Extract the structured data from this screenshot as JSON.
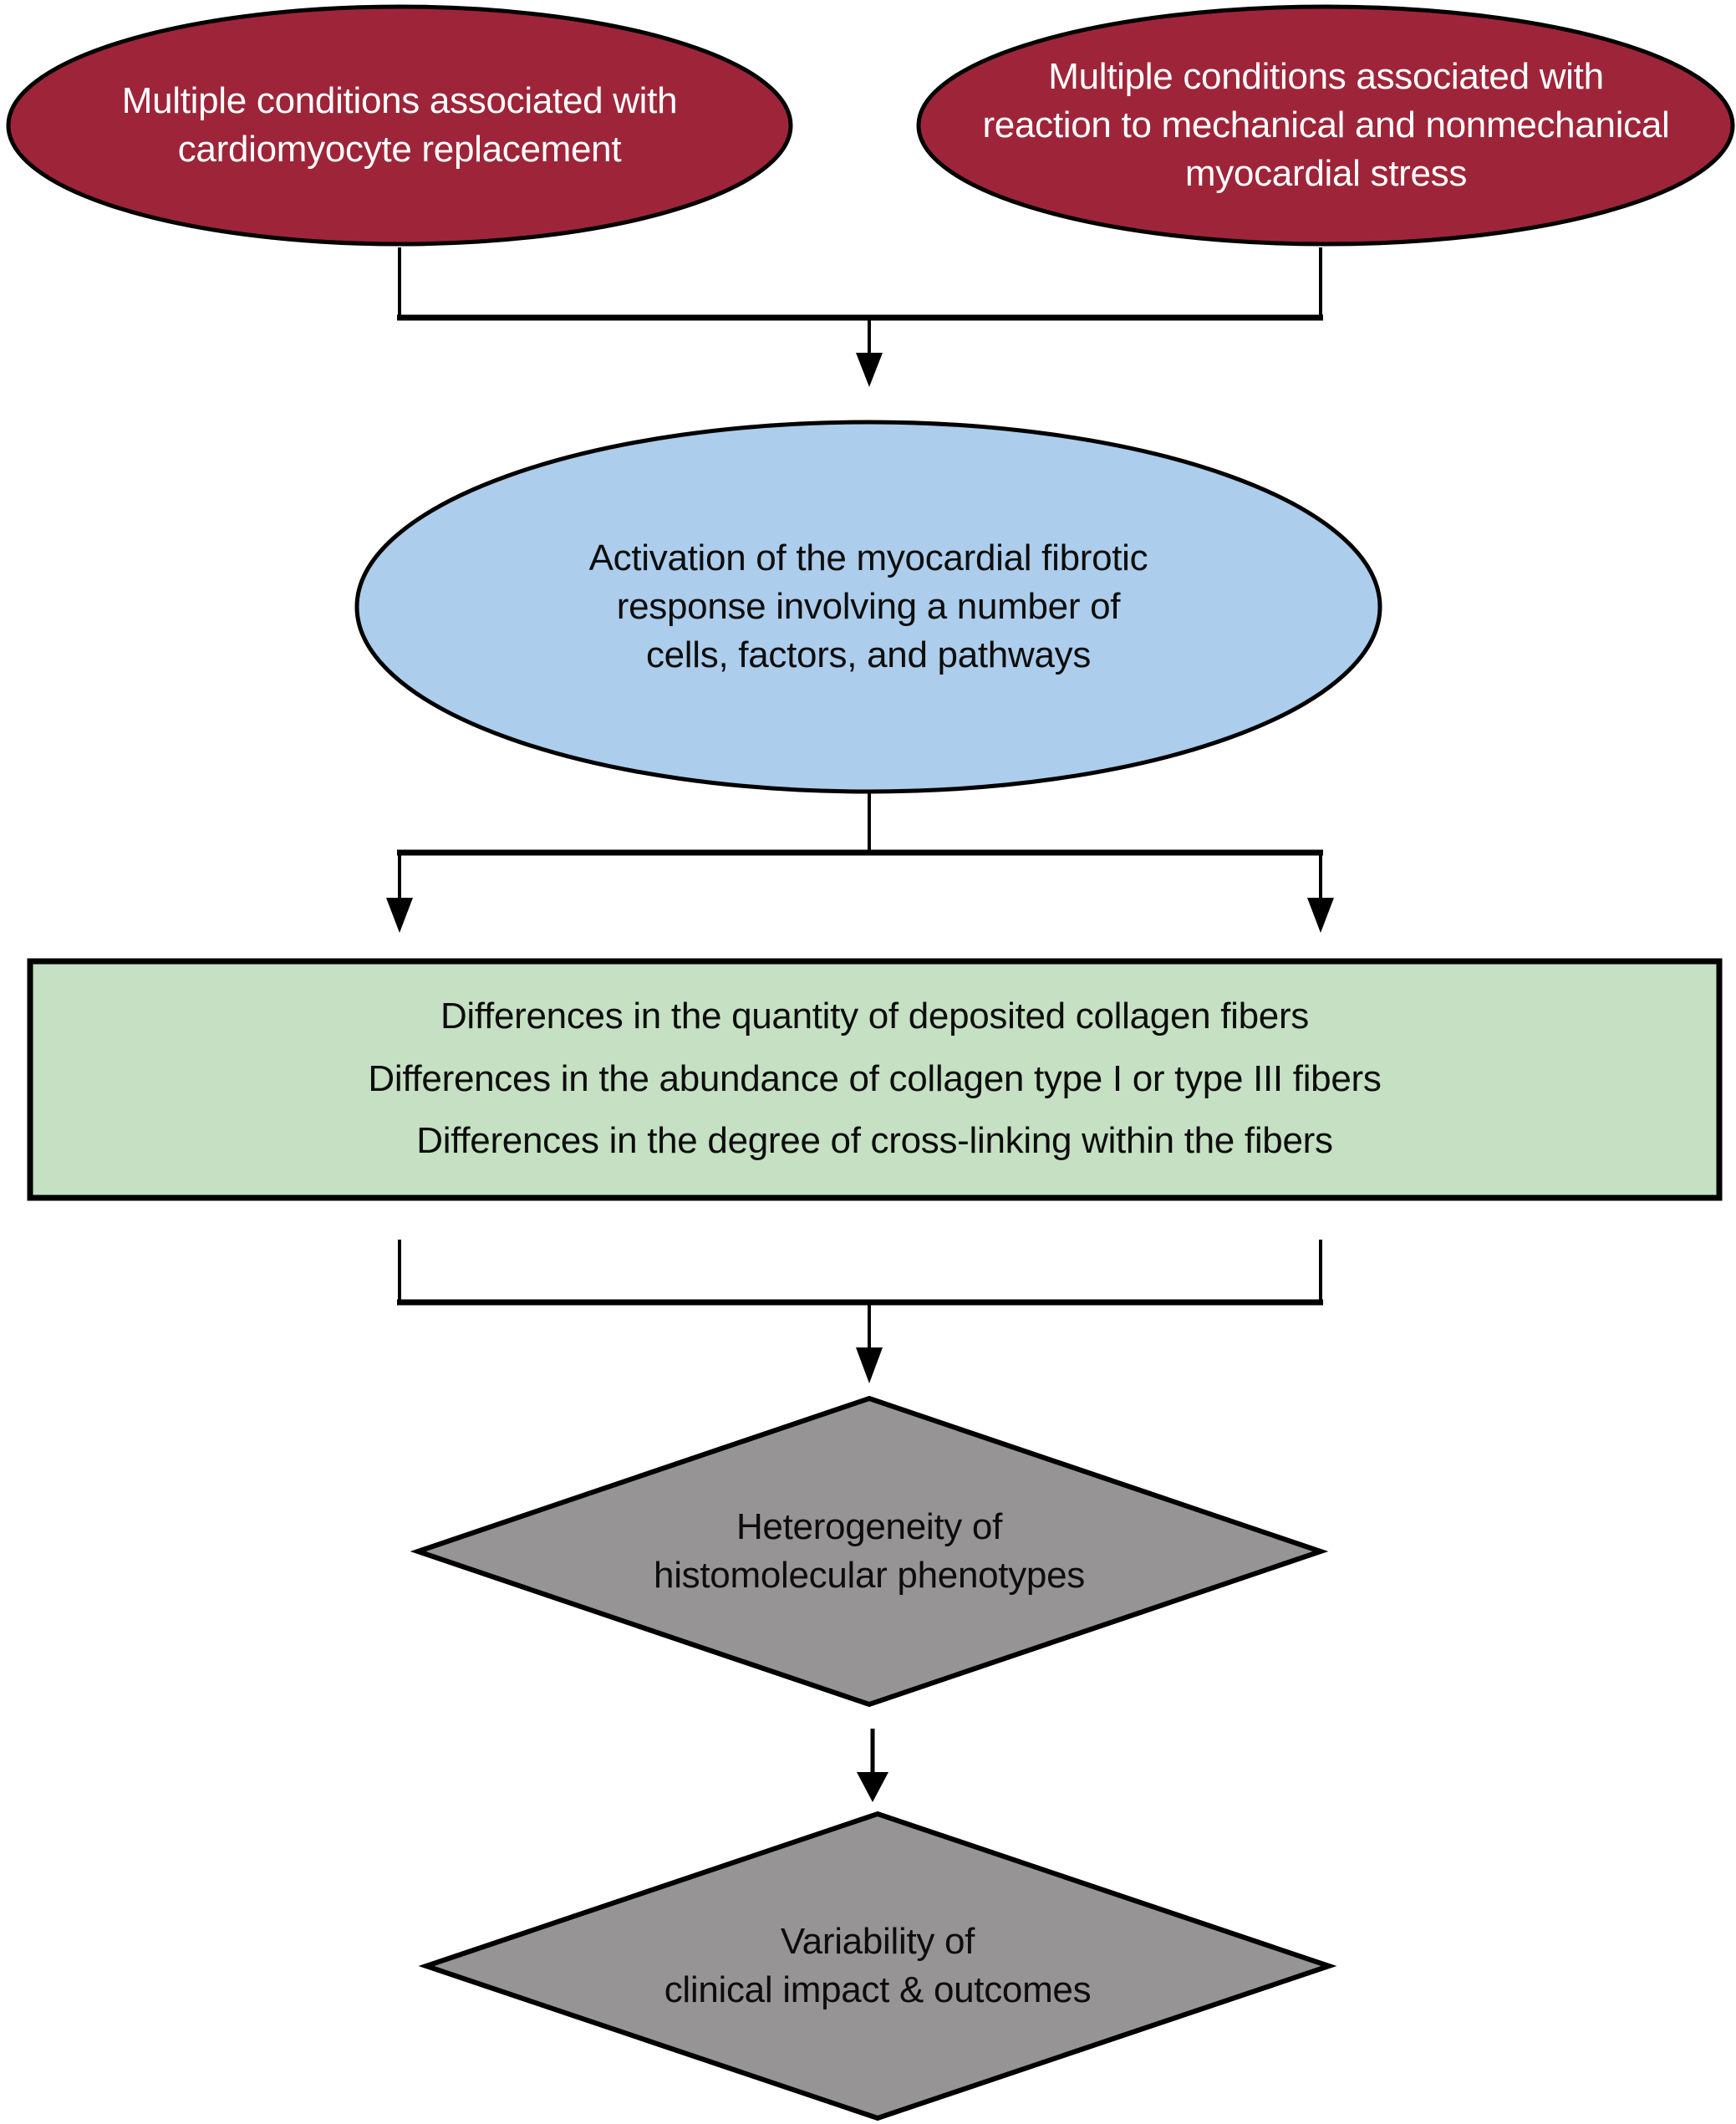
{
  "figure": {
    "type": "flowchart",
    "background": "#ffffff",
    "line_color": "#000000",
    "outline_color": "#000000",
    "nodes": {
      "ellipse_left": {
        "shape": "ellipse",
        "fill": "#9e2539",
        "text_color": "#ffffff",
        "text": "Multiple conditions associated with\ncardiomyocyte replacement"
      },
      "ellipse_right": {
        "shape": "ellipse",
        "fill": "#9e2539",
        "text_color": "#ffffff",
        "text": "Multiple conditions associated with\nreaction to mechanical and nonmechanical\nmyocardial stress"
      },
      "ellipse_activation": {
        "shape": "ellipse",
        "fill": "#accdeb",
        "text_color": "#0d0d0d",
        "text": "Activation of the myocardial fibrotic\nresponse involving a number of\ncells, factors, and pathways"
      },
      "box_differences": {
        "shape": "rectangle",
        "fill": "#c5e0c3",
        "text_color": "#0d0d0d",
        "text": "Differences in the quantity of deposited collagen fibers\nDifferences in the abundance of collagen type I or type III fibers\nDifferences in the degree of cross-linking within the fibers"
      },
      "diamond_heterogeneity": {
        "shape": "diamond",
        "fill": "#969494",
        "text_color": "#0d0d0d",
        "text": "Heterogeneity of\nhistomolecular phenotypes"
      },
      "diamond_variability": {
        "shape": "diamond",
        "fill": "#969494",
        "text_color": "#0d0d0d",
        "text": "Variability of\nclinical impact & outcomes"
      }
    },
    "edges": [
      {
        "from": [
          "ellipse_left",
          "ellipse_right"
        ],
        "to": "ellipse_activation",
        "style": "merge-arrow"
      },
      {
        "from": "ellipse_activation",
        "to": "box_differences",
        "style": "split-two-arrows"
      },
      {
        "from": "box_differences",
        "to": "diamond_heterogeneity",
        "style": "merge-arrow"
      },
      {
        "from": "diamond_heterogeneity",
        "to": "diamond_variability",
        "style": "arrow"
      }
    ]
  }
}
